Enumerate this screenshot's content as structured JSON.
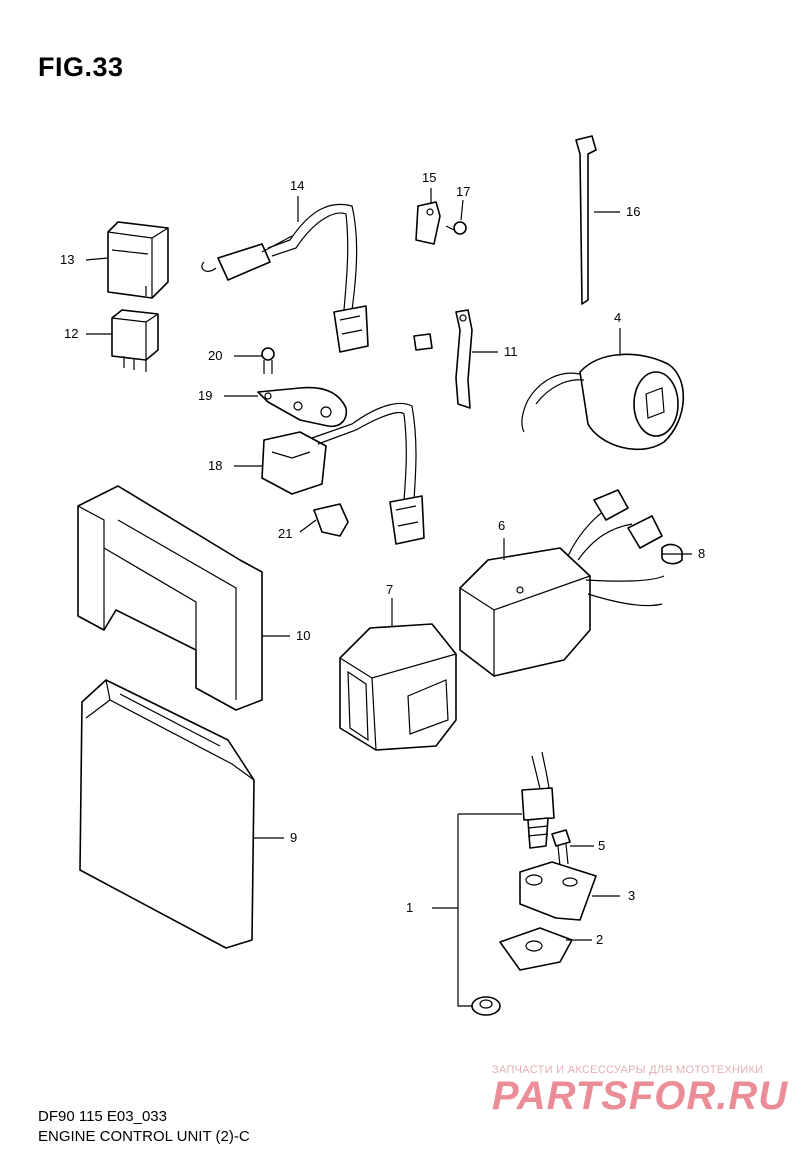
{
  "figure": {
    "title": "FIG.33"
  },
  "footer": {
    "code": "DF90 115 E03_033",
    "name": "ENGINE CONTROL UNIT (2)-C"
  },
  "watermark": {
    "tagline": "ЗАПЧАСТИ И АКСЕССУАРЫ ДЛЯ МОТОТЕХНИКИ",
    "logo": "PARTSFOR.RU"
  },
  "callouts": {
    "c1": "1",
    "c2": "2",
    "c3": "3",
    "c4": "4",
    "c5": "5",
    "c6": "6",
    "c7": "7",
    "c8": "8",
    "c9": "9",
    "c10": "10",
    "c11": "11",
    "c12": "12",
    "c13": "13",
    "c14": "14",
    "c15": "15",
    "c16": "16",
    "c17": "17",
    "c18": "18",
    "c19": "19",
    "c20": "20",
    "c21": "21"
  },
  "colors": {
    "line": "#000000",
    "background": "#ffffff",
    "watermark": "#ea8d96"
  }
}
